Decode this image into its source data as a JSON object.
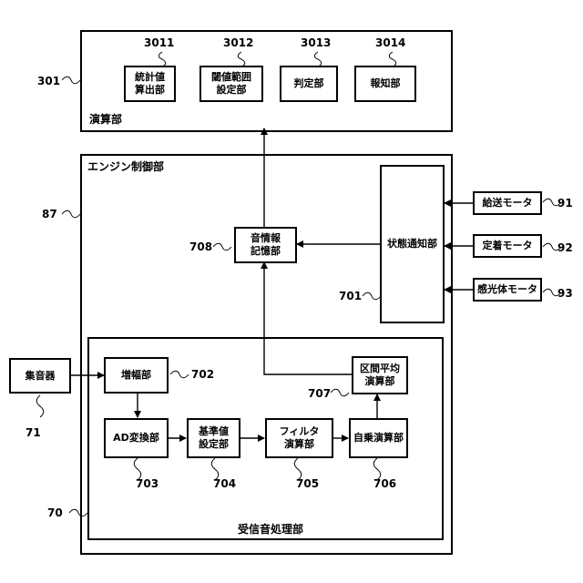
{
  "regions": {
    "calc": {
      "label": "演算部",
      "ref": "301"
    },
    "engine": {
      "label": "エンジン制御部",
      "ref": "87"
    },
    "receive": {
      "label": "受信音処理部",
      "ref": "70"
    }
  },
  "blocks": {
    "stat": {
      "line1": "統計値",
      "line2": "算出部",
      "ref": "3011"
    },
    "threshold": {
      "line1": "閾値範囲",
      "line2": "設定部",
      "ref": "3012"
    },
    "judge": {
      "line1": "判定部",
      "ref": "3013"
    },
    "report": {
      "line1": "報知部",
      "ref": "3014"
    },
    "sound_store": {
      "line1": "音情報",
      "line2": "記憶部",
      "ref": "708"
    },
    "state": {
      "line1": "状態通知部",
      "ref": "701"
    },
    "motor_feed": {
      "line1": "給送モータ",
      "ref": "91"
    },
    "motor_fix": {
      "line1": "定着モータ",
      "ref": "92"
    },
    "motor_drum": {
      "line1": "感光体モータ",
      "ref": "93"
    },
    "mic": {
      "line1": "集音器",
      "ref": "71"
    },
    "amp": {
      "line1": "増幅部",
      "ref": "702"
    },
    "adc": {
      "line1": "AD変換部",
      "ref": "703"
    },
    "ref_set": {
      "line1": "基準値",
      "line2": "設定部",
      "ref": "704"
    },
    "filter": {
      "line1": "フィルタ",
      "line2": "演算部",
      "ref": "705"
    },
    "square": {
      "line1": "自乗演算部",
      "ref": "706"
    },
    "avg": {
      "line1": "区間平均",
      "line2": "演算部",
      "ref": "707"
    }
  }
}
